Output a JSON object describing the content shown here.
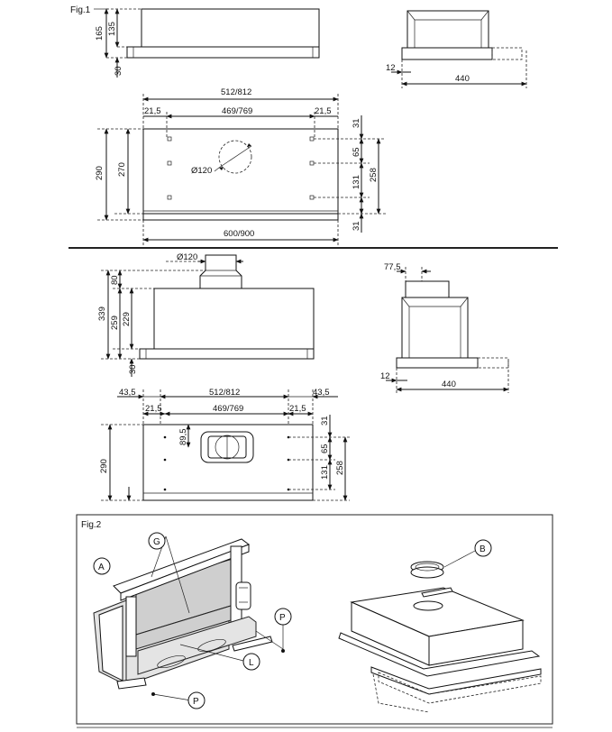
{
  "fig1": {
    "label": "Fig.1",
    "side": {
      "h1": "165",
      "h2": "135",
      "h3": "30"
    },
    "end": {
      "d1": "12",
      "d2": "440"
    },
    "plan": {
      "w_outer": "512/812",
      "w_inner": "469/769",
      "left_off": "21,5",
      "right_off": "21,5",
      "dia": "Ø120",
      "h_total": "290",
      "h_inner": "270",
      "w_total": "600/900",
      "r1": "31",
      "r2": "65",
      "r3": "131",
      "r4": "258",
      "r5": "31"
    }
  },
  "fig1b": {
    "top_dia": "Ø120",
    "side": {
      "h1": "339",
      "h2": "259",
      "h3": "229",
      "h4": "80",
      "h5": "30"
    },
    "end": {
      "d0": "77,5",
      "d1": "12",
      "d2": "440"
    },
    "plan": {
      "l1": "43,5",
      "w_outer": "512/812",
      "r1": "43,5",
      "left_off": "21,5",
      "w_inner": "469/769",
      "right_off": "21,5",
      "h_total": "290",
      "d_dim": "89,5",
      "v1": "31",
      "v2": "65",
      "v3": "131",
      "v4": "258"
    }
  },
  "fig2": {
    "label": "Fig.2",
    "callouts": {
      "A": "A",
      "B": "B",
      "G": "G",
      "L": "L",
      "P1": "P",
      "P2": "P"
    }
  }
}
